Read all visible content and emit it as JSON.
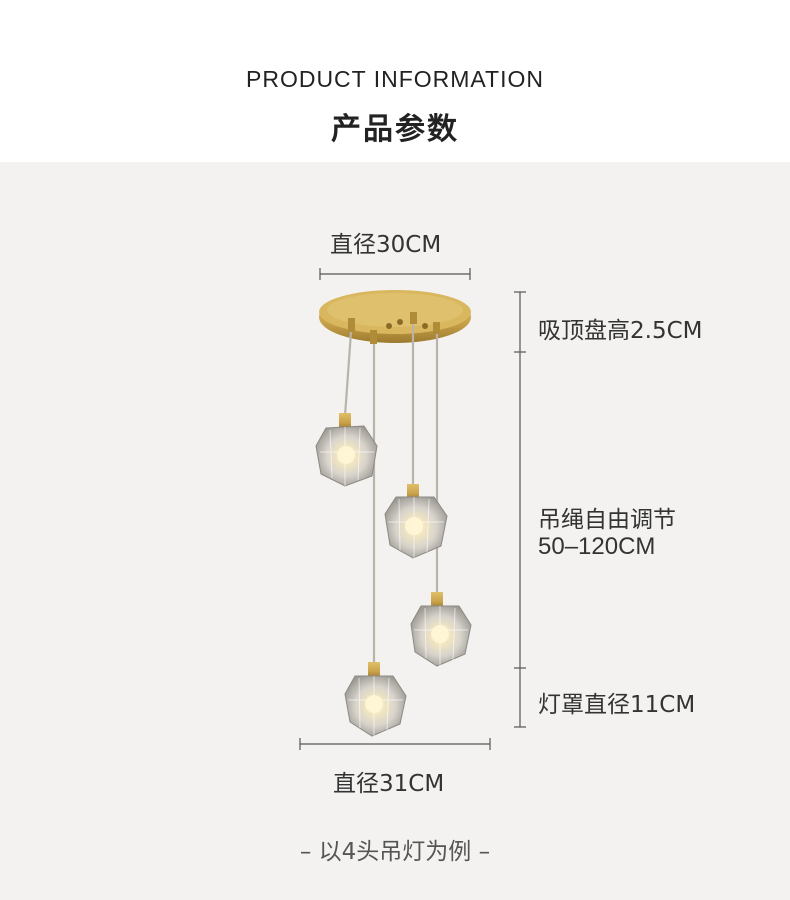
{
  "header": {
    "title_en": "PRODUCT  INFORMATION",
    "title_cn": "产品参数"
  },
  "dimensions": {
    "canopy_diameter": "直径30CM",
    "canopy_height": "吸顶盘高2.5CM",
    "cord_adjust_line1": "吊绳自由调节",
    "cord_adjust_line2": "50–120CM",
    "shade_diameter": "灯罩直径11CM",
    "overall_diameter": "直径31CM"
  },
  "footer": {
    "note": "– 以4头吊灯为例 –"
  },
  "colors": {
    "brass": "#c9a24a",
    "line": "#555555",
    "background": "#f3f2f0"
  }
}
